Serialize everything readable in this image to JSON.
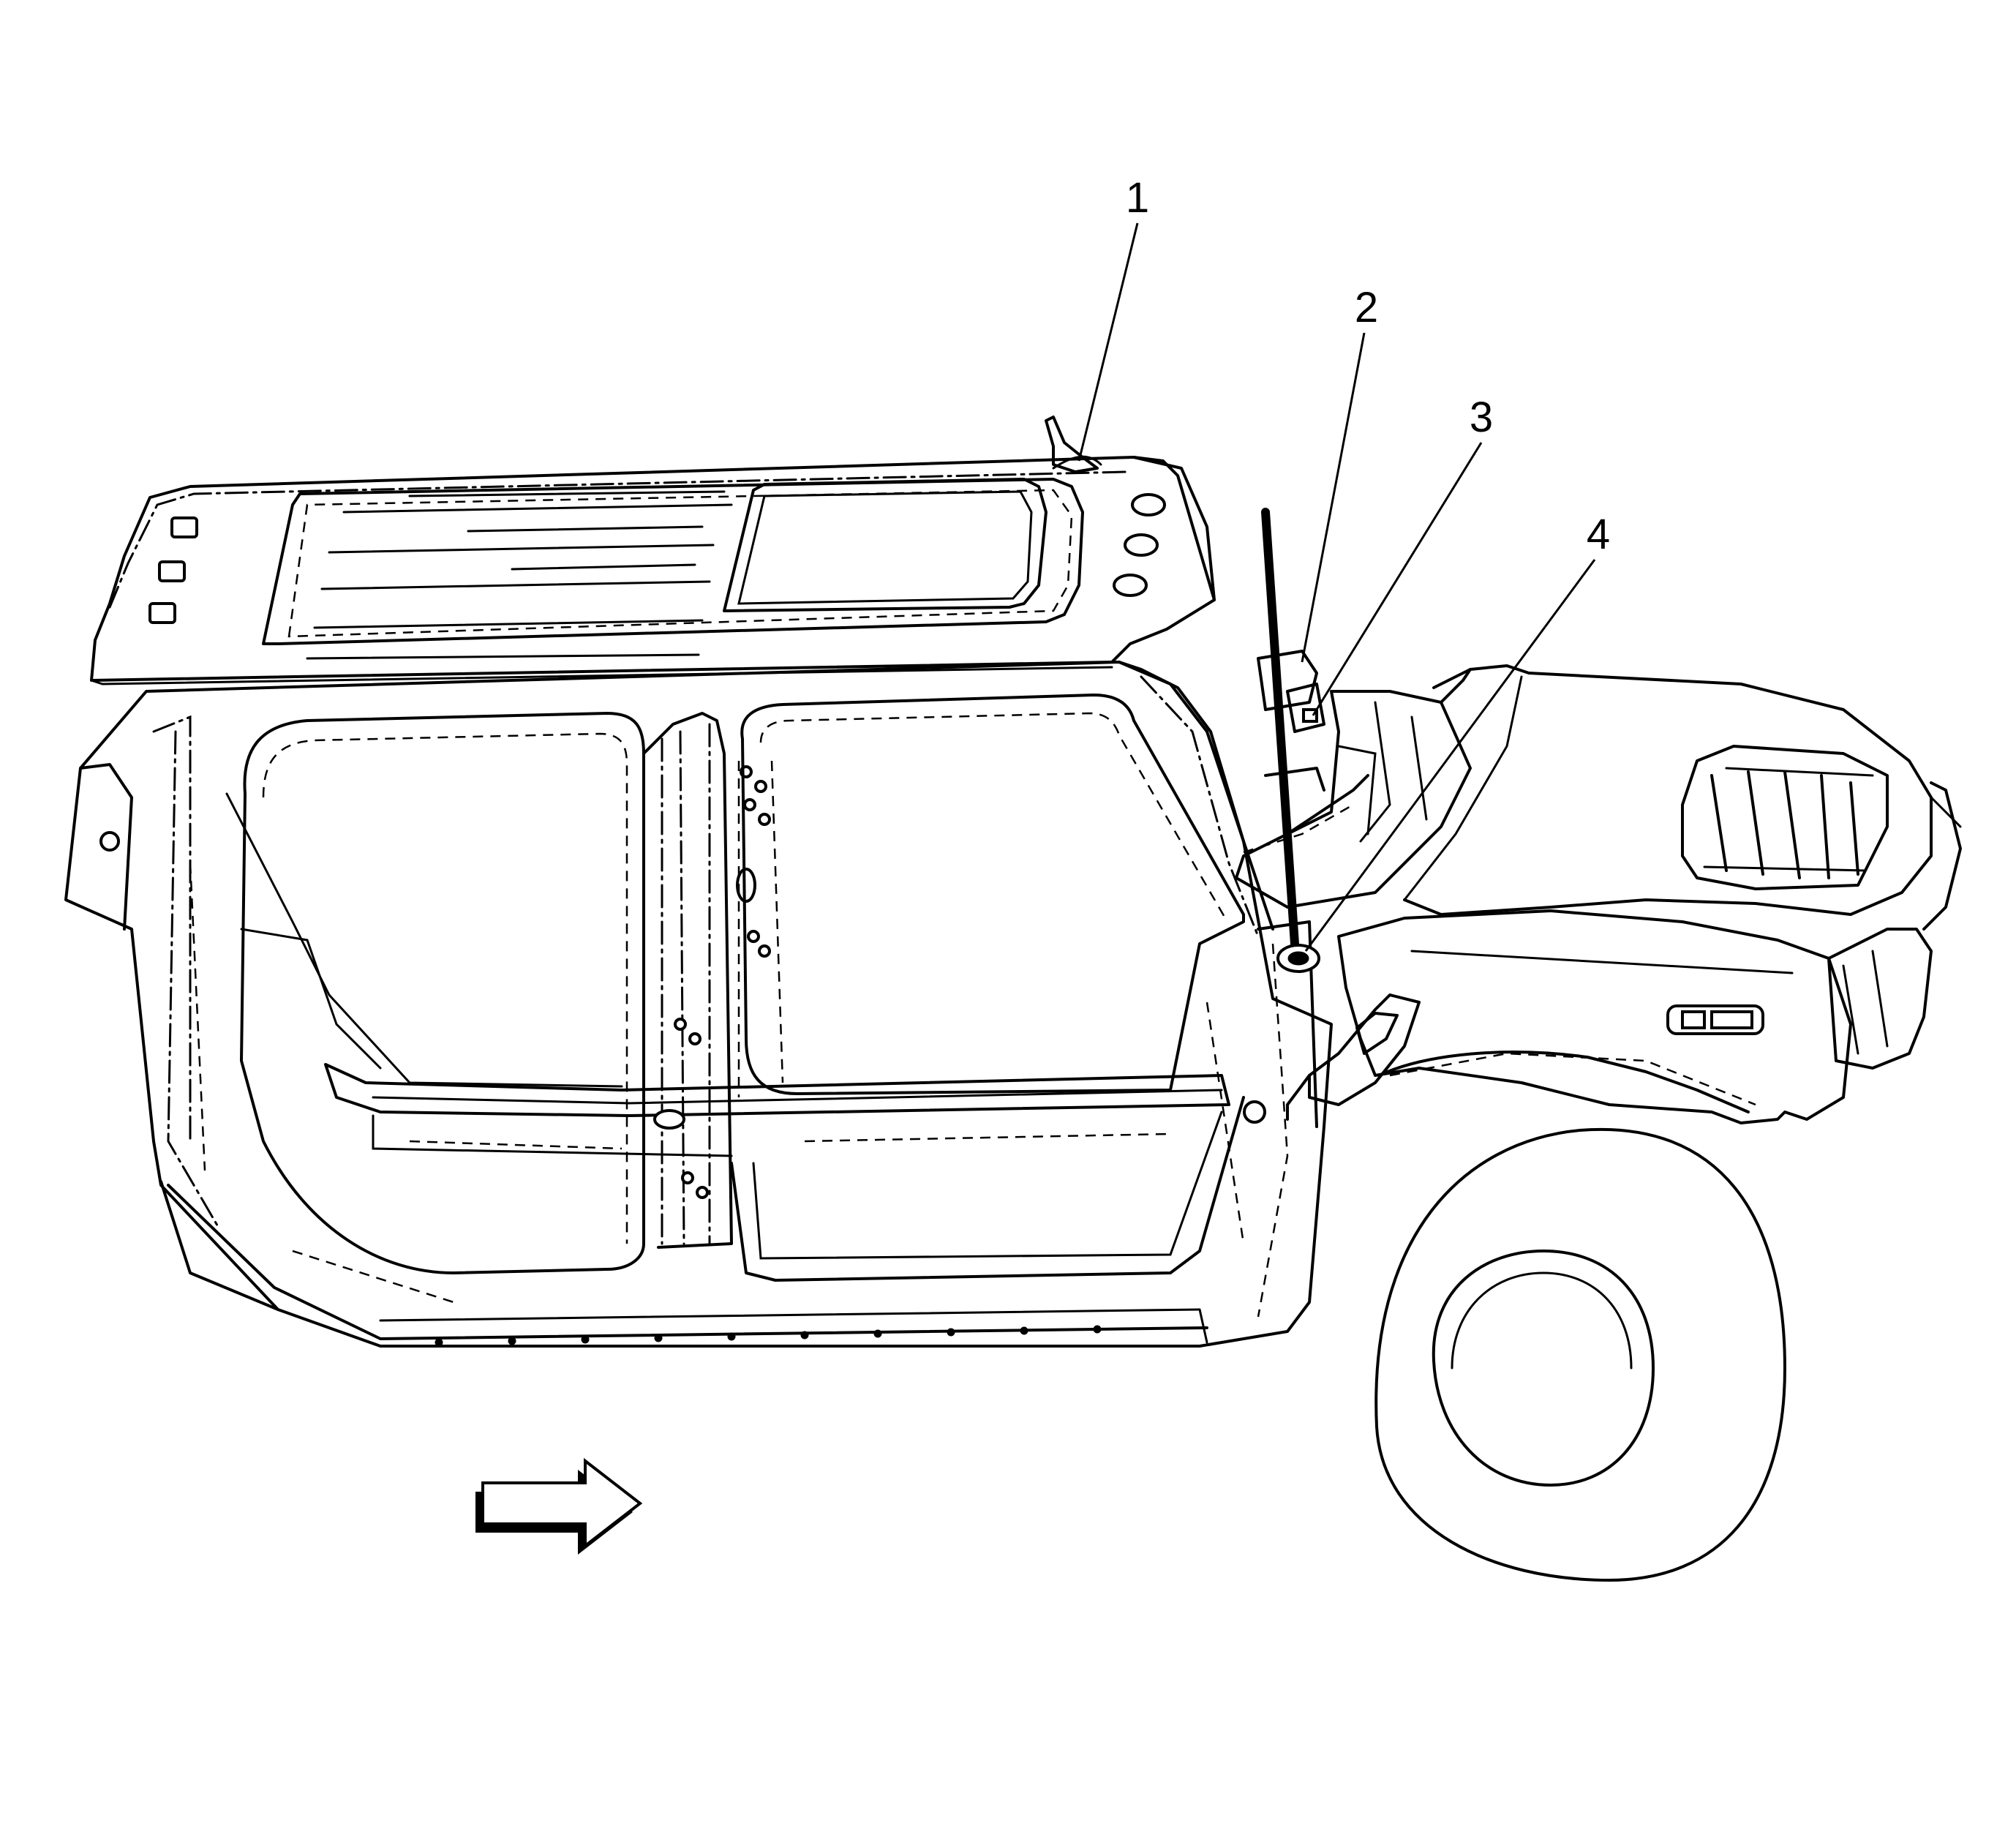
{
  "diagram": {
    "callouts": [
      {
        "id": "1",
        "label": "1"
      },
      {
        "id": "2",
        "label": "2"
      },
      {
        "id": "3",
        "label": "3"
      },
      {
        "id": "4",
        "label": "4"
      }
    ],
    "direction_arrow": "forward-arrow-icon",
    "colors": {
      "line": "#000000",
      "background": "#ffffff"
    }
  }
}
